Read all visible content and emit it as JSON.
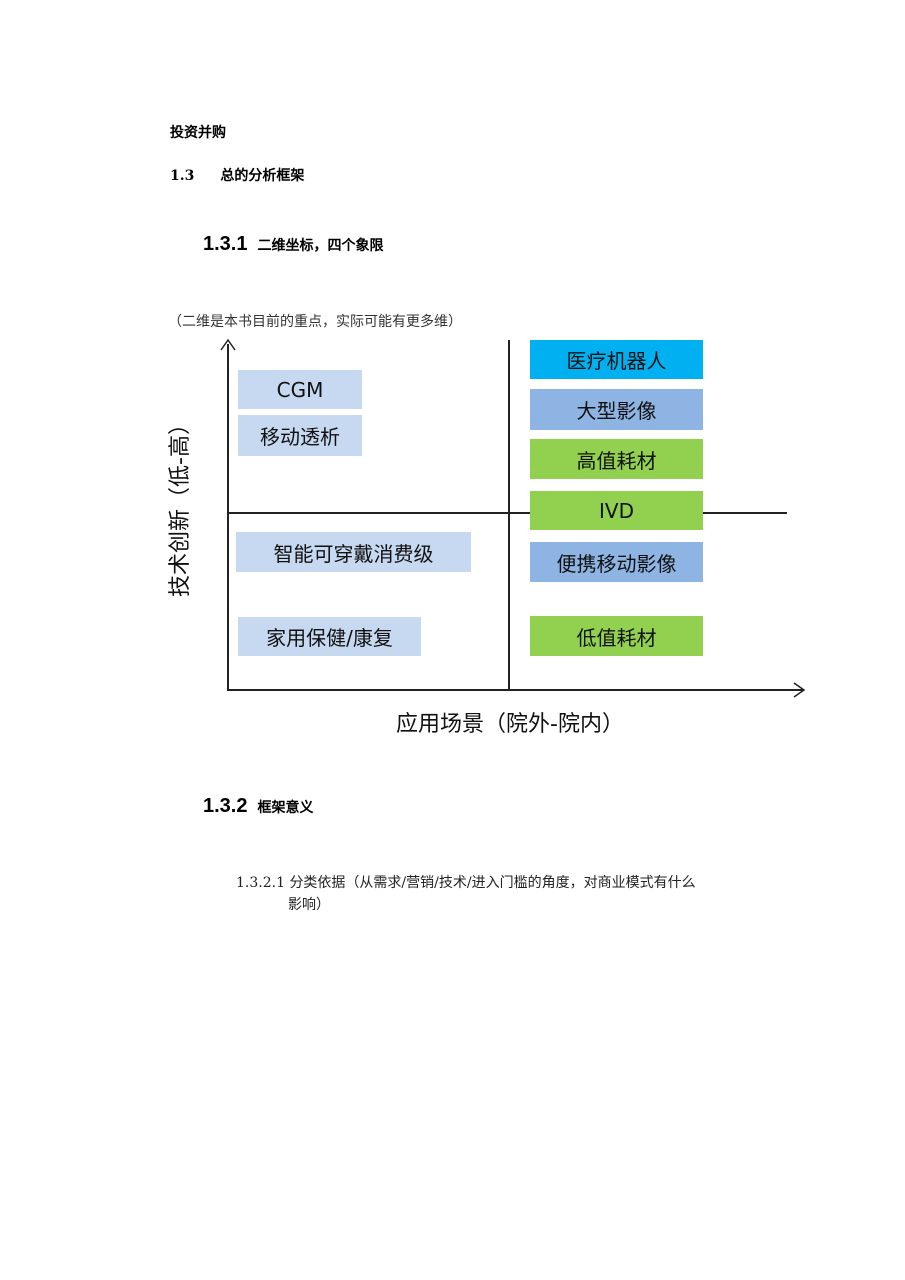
{
  "header": {
    "title": "投资并购"
  },
  "section_1_3": {
    "number": "1.3",
    "title": "总的分析框架"
  },
  "section_1_3_1": {
    "number": "1.3.1",
    "title": "二维坐标，四个象限"
  },
  "note": "（二维是本书目前的重点，实际可能有更多维）",
  "diagram": {
    "y_axis_label": "技术创新（低-高）",
    "x_axis_label": "应用场景（院外-院内）",
    "left_items": [
      "CGM",
      "移动透析",
      "智能可穿戴消费级",
      "家用保健/康复"
    ],
    "right_items": [
      "医疗机器人",
      "大型影像",
      "高值耗材",
      "IVD",
      "便携移动影像",
      "低值耗材"
    ],
    "colors": {
      "light_blue": "#c6d9f1",
      "cyan": "#00b0f0",
      "blue": "#8eb4e3",
      "green": "#92d050"
    }
  },
  "section_1_3_2": {
    "number": "1.3.2",
    "title": "框架意义"
  },
  "section_1_3_2_1": {
    "number": "1.3.2.1",
    "text_line1": "分类依据（从需求/营销/技术/进入门槛的角度，对商业模式有什么",
    "text_line2": "影响）"
  }
}
